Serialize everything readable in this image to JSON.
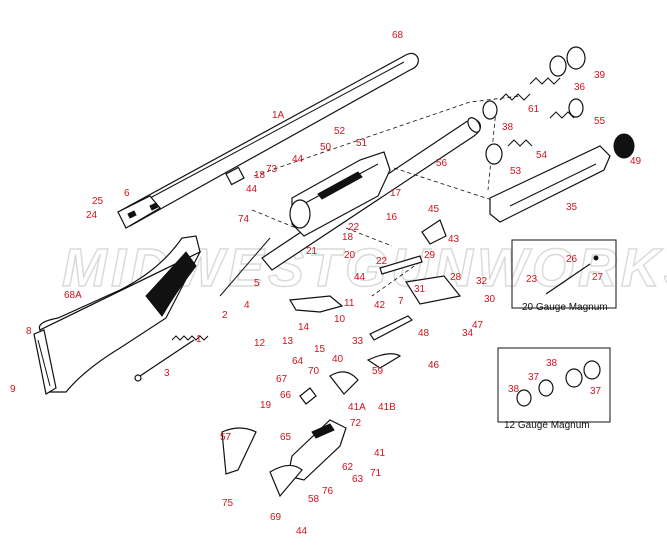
{
  "watermark": "MIDWESTGUNWORKS",
  "insets": {
    "gauge20": {
      "title": "20 Gauge Magnum",
      "labels": [
        "26",
        "23",
        "27"
      ]
    },
    "gauge12": {
      "title": "12 Gauge Magnum",
      "labels": [
        "38",
        "37",
        "38",
        "37"
      ]
    }
  },
  "labels": {
    "p68": "68",
    "p1A": "1A",
    "p25": "25",
    "p6": "6",
    "p24": "24",
    "p52": "52",
    "p51": "51",
    "p50": "50",
    "p44a": "44",
    "p73": "73",
    "p18a": "18",
    "p44b": "44",
    "p56": "56",
    "p74": "74",
    "p17": "17",
    "p16": "16",
    "p22a": "22",
    "p18b": "18",
    "p22b": "22",
    "p21": "21",
    "p20": "20",
    "p44c": "44",
    "p68A": "68A",
    "p8": "8",
    "p9": "9",
    "p5": "5",
    "p4": "4",
    "p2": "2",
    "p1": "1",
    "p3": "3",
    "p11": "11",
    "p10": "10",
    "p12": "12",
    "p13": "13",
    "p14": "14",
    "p15": "15",
    "p64": "64",
    "p67": "67",
    "p70": "70",
    "p40": "40",
    "p41A": "41A",
    "p41B": "41B",
    "p66": "66",
    "p19": "19",
    "p72": "72",
    "p57": "57",
    "p65": "65",
    "p41": "41",
    "p62": "62",
    "p71": "71",
    "p63": "63",
    "p76": "76",
    "p75": "75",
    "p58": "58",
    "p69": "69",
    "p44d": "44",
    "p39": "39",
    "p36": "36",
    "p61": "61",
    "p38": "38",
    "p55": "55",
    "p54": "54",
    "p53": "53",
    "p49": "49",
    "p35": "35",
    "p45": "45",
    "p43": "43",
    "p29": "29",
    "p28": "28",
    "p32": "32",
    "p42": "42",
    "p7": "7",
    "p31": "31",
    "p30": "30",
    "p47": "47",
    "p48": "48",
    "p34": "34",
    "p33": "33",
    "p59": "59",
    "p46": "46"
  }
}
